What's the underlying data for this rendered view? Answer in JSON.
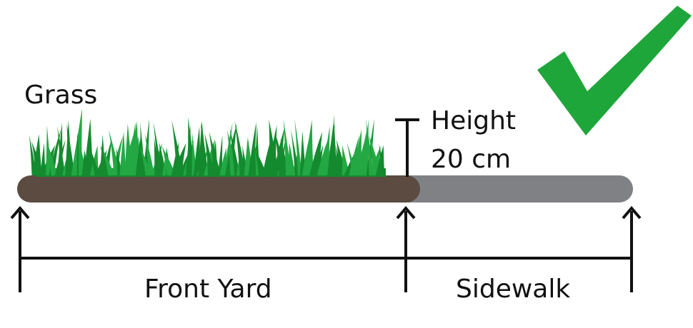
{
  "labels": {
    "grass": "Grass",
    "height_title": "Height",
    "height_value": "20 cm",
    "front_yard": "Front Yard",
    "sidewalk": "Sidewalk"
  },
  "colors": {
    "soil": "#5b4b40",
    "sidewalk": "#808185",
    "grass_dark": "#148a2e",
    "grass_light": "#23a843",
    "checkmark": "#1ea63a",
    "line": "#111111"
  },
  "icons": [
    "checkmark-icon",
    "arrow-up-icon"
  ]
}
